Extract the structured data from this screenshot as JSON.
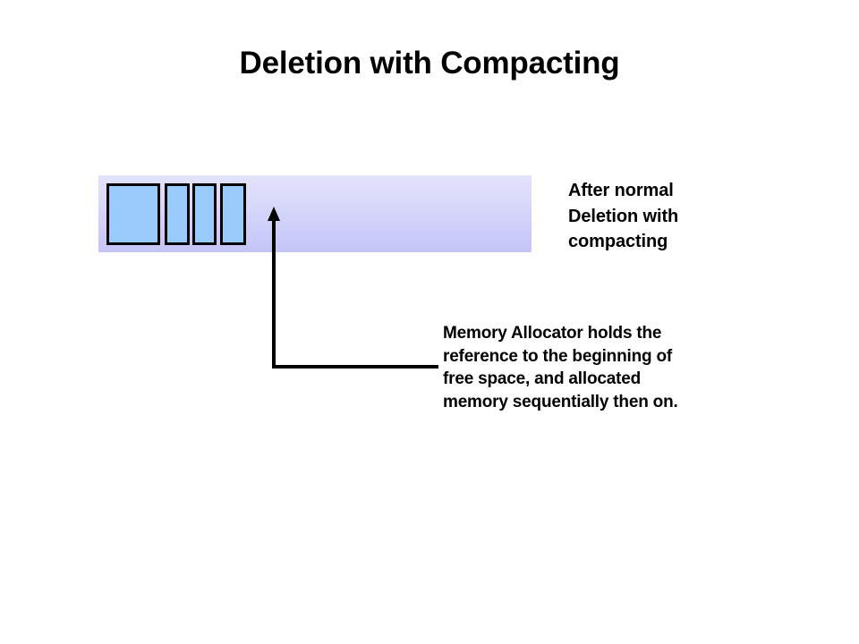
{
  "slide": {
    "title": {
      "normal_part": "Deletion with ",
      "strong_part": "Compacting",
      "full": "Deletion with Compacting"
    },
    "background_color": "#ffffff"
  },
  "memory_bar": {
    "name": "memory-region",
    "gradient_top_color": "#e3e3fc",
    "gradient_bottom_color": "#c4c4f7",
    "block_fill_color": "#99ccfc",
    "block_border_color": "#000000",
    "allocated_block_count": 4,
    "blocks": [
      {
        "index": 1,
        "label": ""
      },
      {
        "index": 2,
        "label": ""
      },
      {
        "index": 3,
        "label": ""
      },
      {
        "index": 4,
        "label": ""
      }
    ]
  },
  "callouts": {
    "after_deletion": {
      "lines": [
        "After normal",
        "Deletion with",
        "compacting"
      ]
    },
    "allocator_note": {
      "lines": [
        "Memory Allocator holds the",
        "reference to the beginning of",
        "free space, and allocated",
        "memory sequentially then on."
      ]
    }
  },
  "annotations": {
    "pointer_icon": "up-arrow-icon",
    "leader_line_color": "#000000"
  }
}
